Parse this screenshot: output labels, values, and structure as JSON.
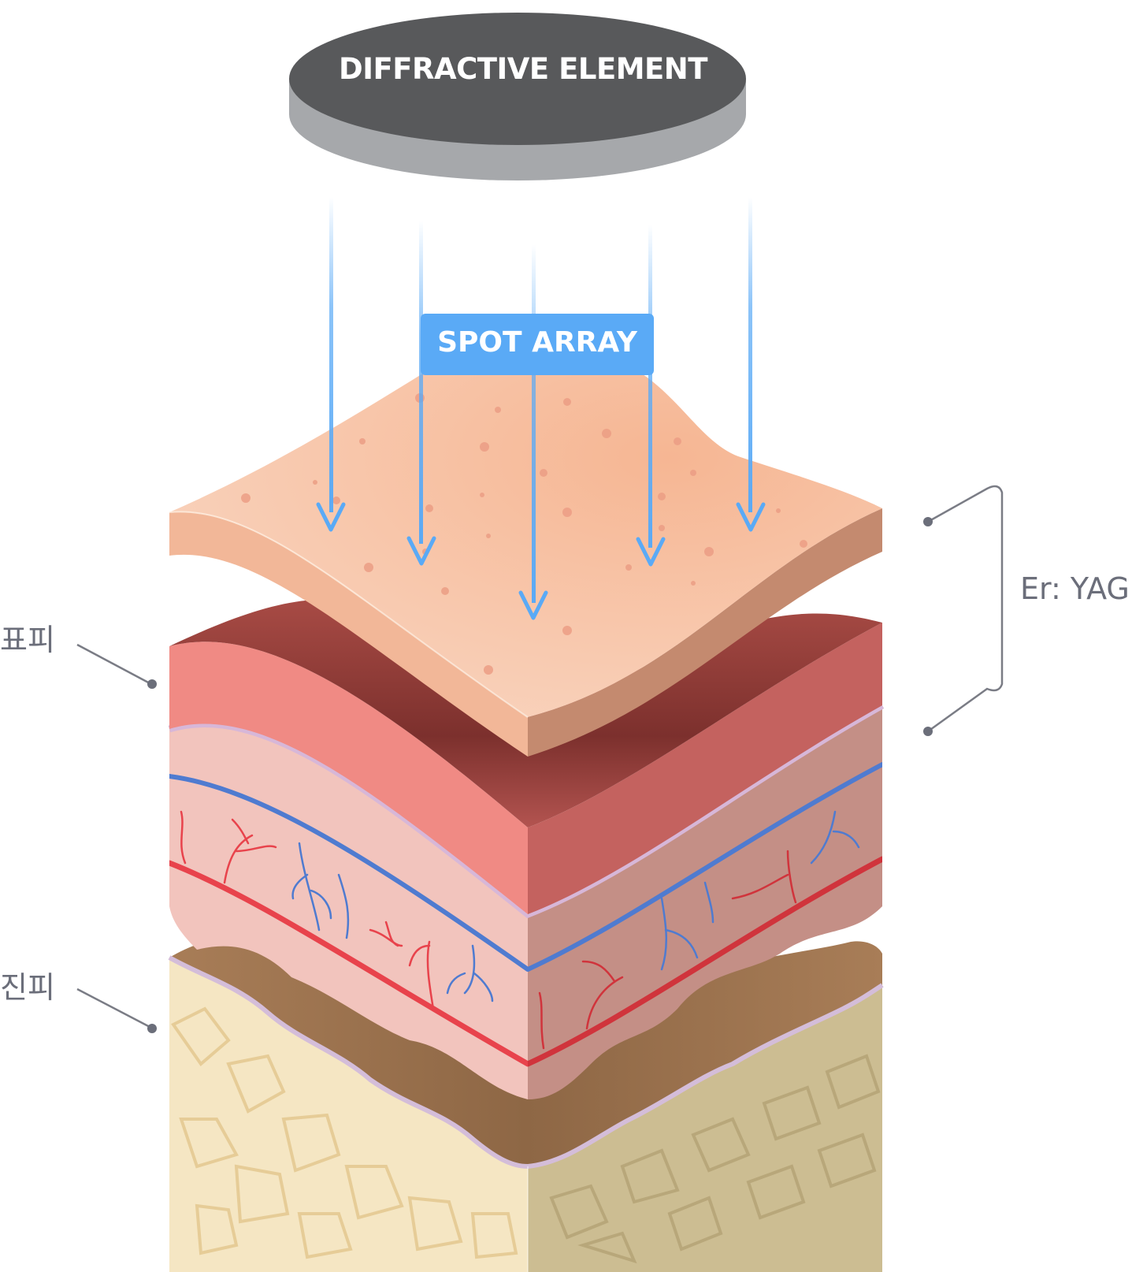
{
  "diffractive_element": {
    "label": "DIFFRACTIVE ELEMENT"
  },
  "spot_array": {
    "label": "SPOT ARRAY"
  },
  "bracket": {
    "label": "Er: YAG"
  },
  "layers": {
    "epidermis_label": "표피",
    "dermis_label": "진피"
  },
  "colors": {
    "beam": "#5aaaf6",
    "element_top": "#58595b",
    "element_side": "#a6a8ab",
    "skin_surface": "#f6c0a3",
    "epidermis": "#f08a84",
    "dermis": "#f2c4bd",
    "fat_brown": "#a47b57",
    "fat_cells": "#f4e3bd",
    "vein": "#4f7bd0",
    "artery": "#e8434c",
    "label_gray": "#6b6e7a"
  }
}
